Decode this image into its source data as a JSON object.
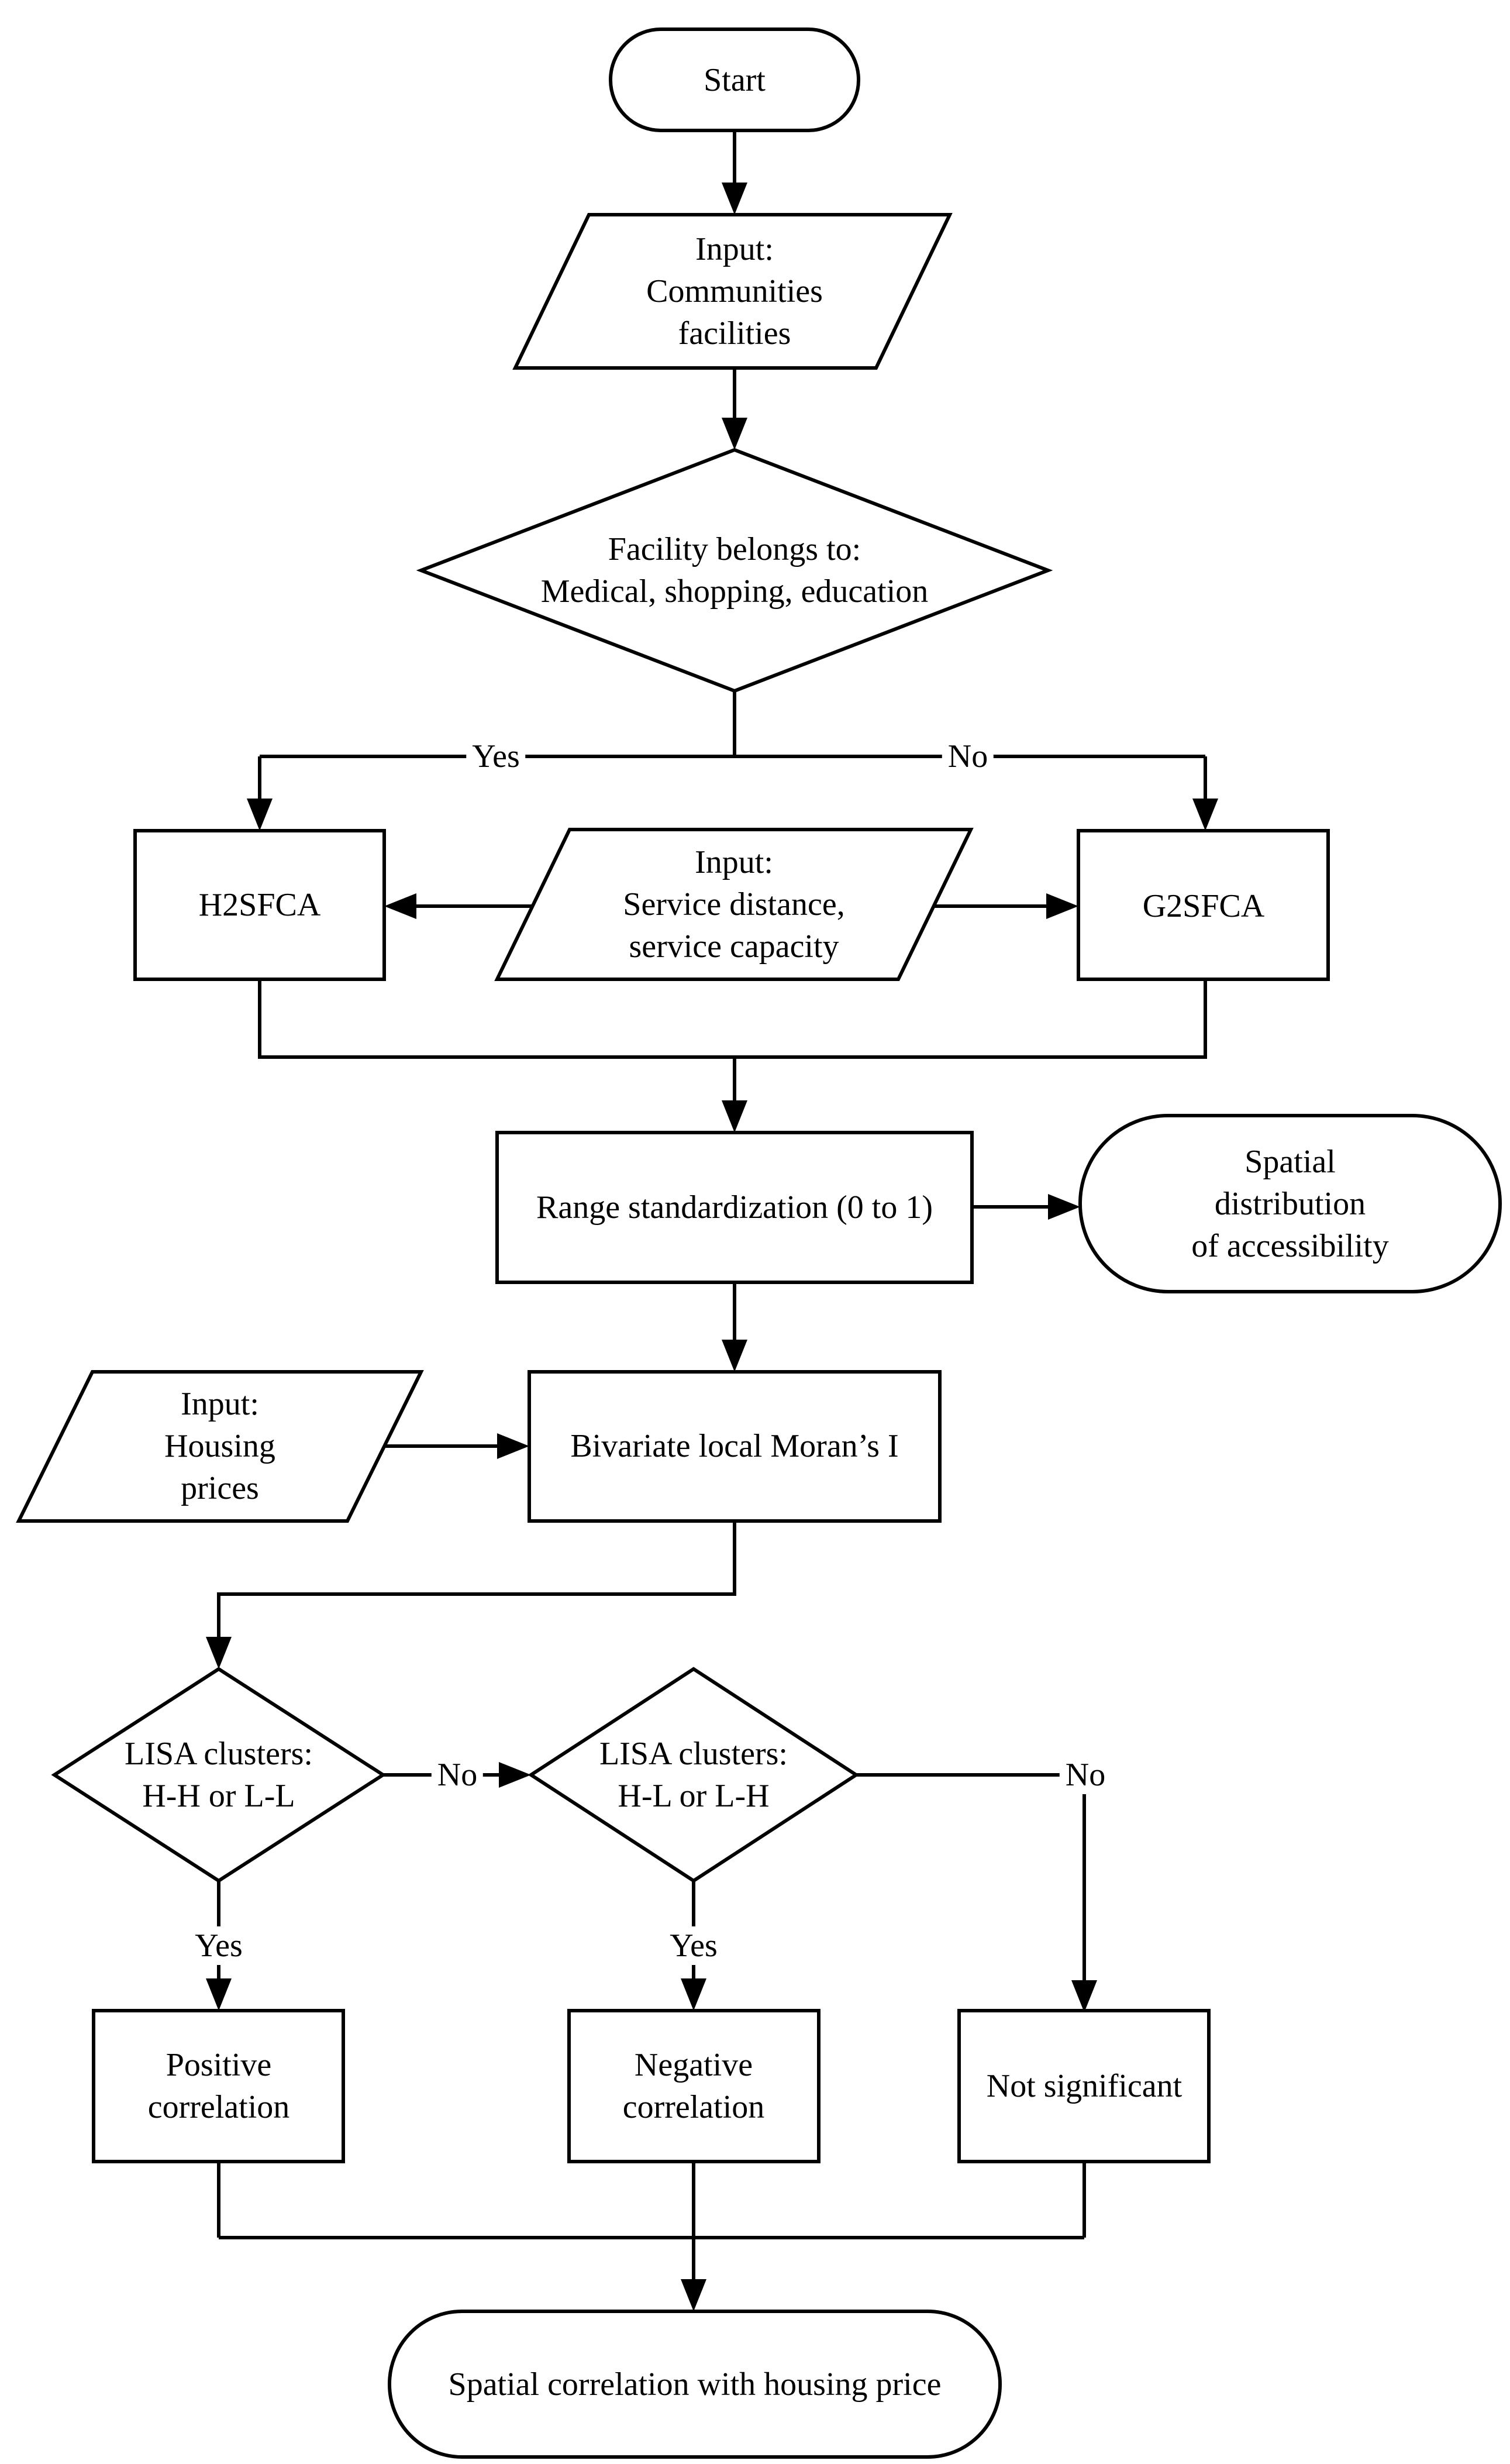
{
  "title": "Accessibility and housing price spatial correlation flowchart",
  "colors": {
    "line": "#000000",
    "background": "#ffffff",
    "text": "#000000"
  },
  "nodes": {
    "start": {
      "label": "Start",
      "shape": "terminator"
    },
    "input_communities": {
      "label": "Input:\nCommunities\nfacilities",
      "shape": "parallelogram"
    },
    "decision_facility": {
      "label": "Facility belongs to:\nMedical, shopping, education",
      "shape": "diamond"
    },
    "h2sfca": {
      "label": "H2SFCA",
      "shape": "rectangle"
    },
    "input_service": {
      "label": "Input:\nService distance,\nservice capacity",
      "shape": "parallelogram"
    },
    "g2sfca": {
      "label": "G2SFCA",
      "shape": "rectangle"
    },
    "range_standardization": {
      "label": "Range standardization (0 to 1)",
      "shape": "rectangle"
    },
    "spatial_distribution": {
      "label": "Spatial distribution\nof accessibility",
      "shape": "terminator"
    },
    "input_housing": {
      "label": "Input:\nHousing\nprices",
      "shape": "parallelogram"
    },
    "bivariate_moran": {
      "label": "Bivariate local Moran’s I",
      "shape": "rectangle"
    },
    "decision_lisa_hh_ll": {
      "label": "LISA clusters:\nH-H or L-L",
      "shape": "diamond"
    },
    "decision_lisa_hl_lh": {
      "label": "LISA clusters:\nH-L or L-H",
      "shape": "diamond"
    },
    "positive_correlation": {
      "label": "Positive\ncorrelation",
      "shape": "rectangle"
    },
    "negative_correlation": {
      "label": "Negative\ncorrelation",
      "shape": "rectangle"
    },
    "not_significant": {
      "label": "Not significant",
      "shape": "rectangle"
    },
    "spatial_correlation": {
      "label": "Spatial correlation with housing price",
      "shape": "terminator"
    }
  },
  "edge_labels": {
    "yes_left": "Yes",
    "no_right": "No",
    "no_between_diamonds": "No",
    "no_far_right": "No",
    "yes_positive": "Yes",
    "yes_negative": "Yes"
  }
}
